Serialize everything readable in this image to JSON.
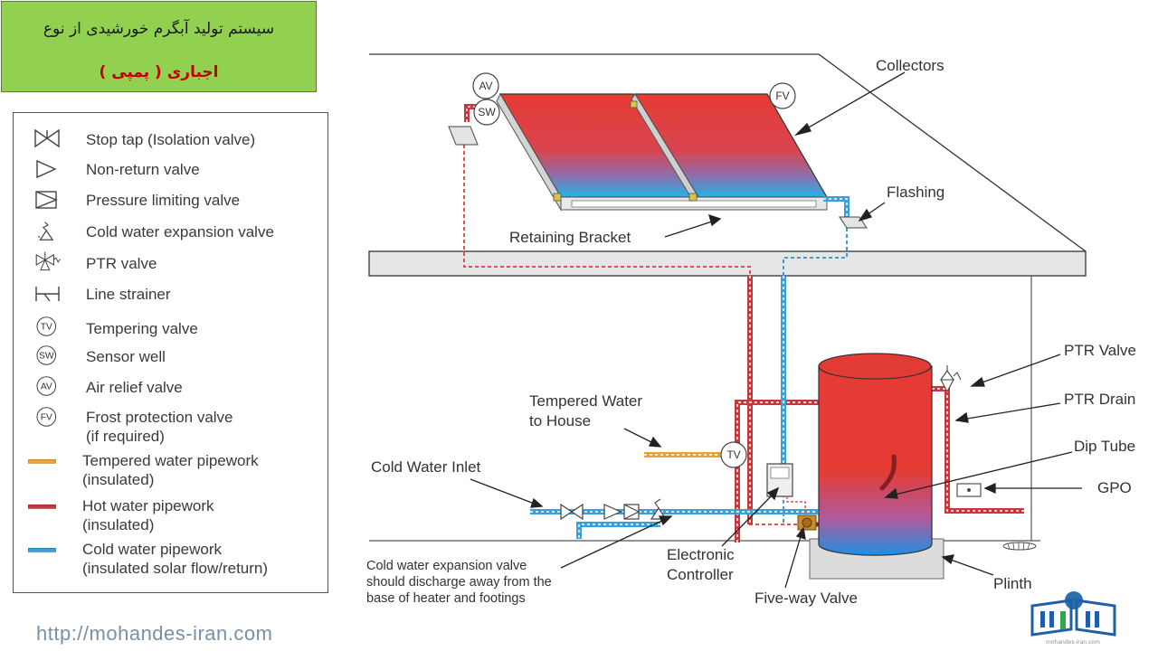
{
  "title": {
    "line1": "سیستم تولید آبگرم خورشیدی از نوع",
    "line2": "اجباری ( پمپی )"
  },
  "legend": {
    "items": [
      {
        "label": "Stop tap (Isolation valve)",
        "icon": "stop-tap-icon"
      },
      {
        "label": "Non-return valve",
        "icon": "non-return-valve-icon"
      },
      {
        "label": "Pressure limiting valve",
        "icon": "pressure-limiting-valve-icon"
      },
      {
        "label": "Cold water expansion valve",
        "icon": "cold-water-expansion-valve-icon"
      },
      {
        "label": "PTR valve",
        "icon": "ptr-valve-icon"
      },
      {
        "label": "Line strainer",
        "icon": "line-strainer-icon"
      },
      {
        "label": "Tempering valve",
        "icon": "tempering-valve-icon",
        "abbr": "TV"
      },
      {
        "label": "Sensor well",
        "icon": "sensor-well-icon",
        "abbr": "SW"
      },
      {
        "label": "Air relief valve",
        "icon": "air-relief-valve-icon",
        "abbr": "AV"
      },
      {
        "label": "Frost protection valve\n(if required)",
        "icon": "frost-protection-valve-icon",
        "abbr": "FV"
      },
      {
        "label": "Tempered water pipework\n(insulated)",
        "icon": "tempered-pipe-swatch-icon",
        "color": "#e8a23a"
      },
      {
        "label": "Hot water pipework\n(insulated)",
        "icon": "hot-pipe-swatch-icon",
        "color": "#c8373b"
      },
      {
        "label": "Cold water pipework\n(insulated solar flow/return)",
        "icon": "cold-pipe-swatch-icon",
        "color": "#3aa0d8"
      }
    ]
  },
  "diagram": {
    "labels": {
      "collectors": "Collectors",
      "flashing": "Flashing",
      "retaining_bracket": "Retaining Bracket",
      "ptr_valve": "PTR Valve",
      "ptr_drain": "PTR Drain",
      "dip_tube": "Dip Tube",
      "gpo": "GPO",
      "tempered_water_1": "Tempered Water",
      "tempered_water_2": "to House",
      "cold_water_inlet": "Cold Water Inlet",
      "expansion_note_1": "Cold water expansion valve",
      "expansion_note_2": "should discharge away from the",
      "expansion_note_3": "base of heater and footings",
      "electronic_1": "Electronic",
      "electronic_2": "Controller",
      "five_way_valve": "Five-way Valve",
      "plinth": "Plinth"
    },
    "circles": {
      "av": "AV",
      "sw": "SW",
      "fv": "FV",
      "tv": "TV"
    }
  },
  "colors": {
    "title_bg": "#92d050",
    "title_accent": "#c00000",
    "hot": "#e23b35",
    "cold": "#3aa0d8",
    "tempered": "#e8a23a",
    "roof": "#e6e6e6"
  },
  "footer": {
    "url": "http://mohandes-iran.com"
  },
  "logo": {
    "caption": "mohandes-iran.com"
  }
}
